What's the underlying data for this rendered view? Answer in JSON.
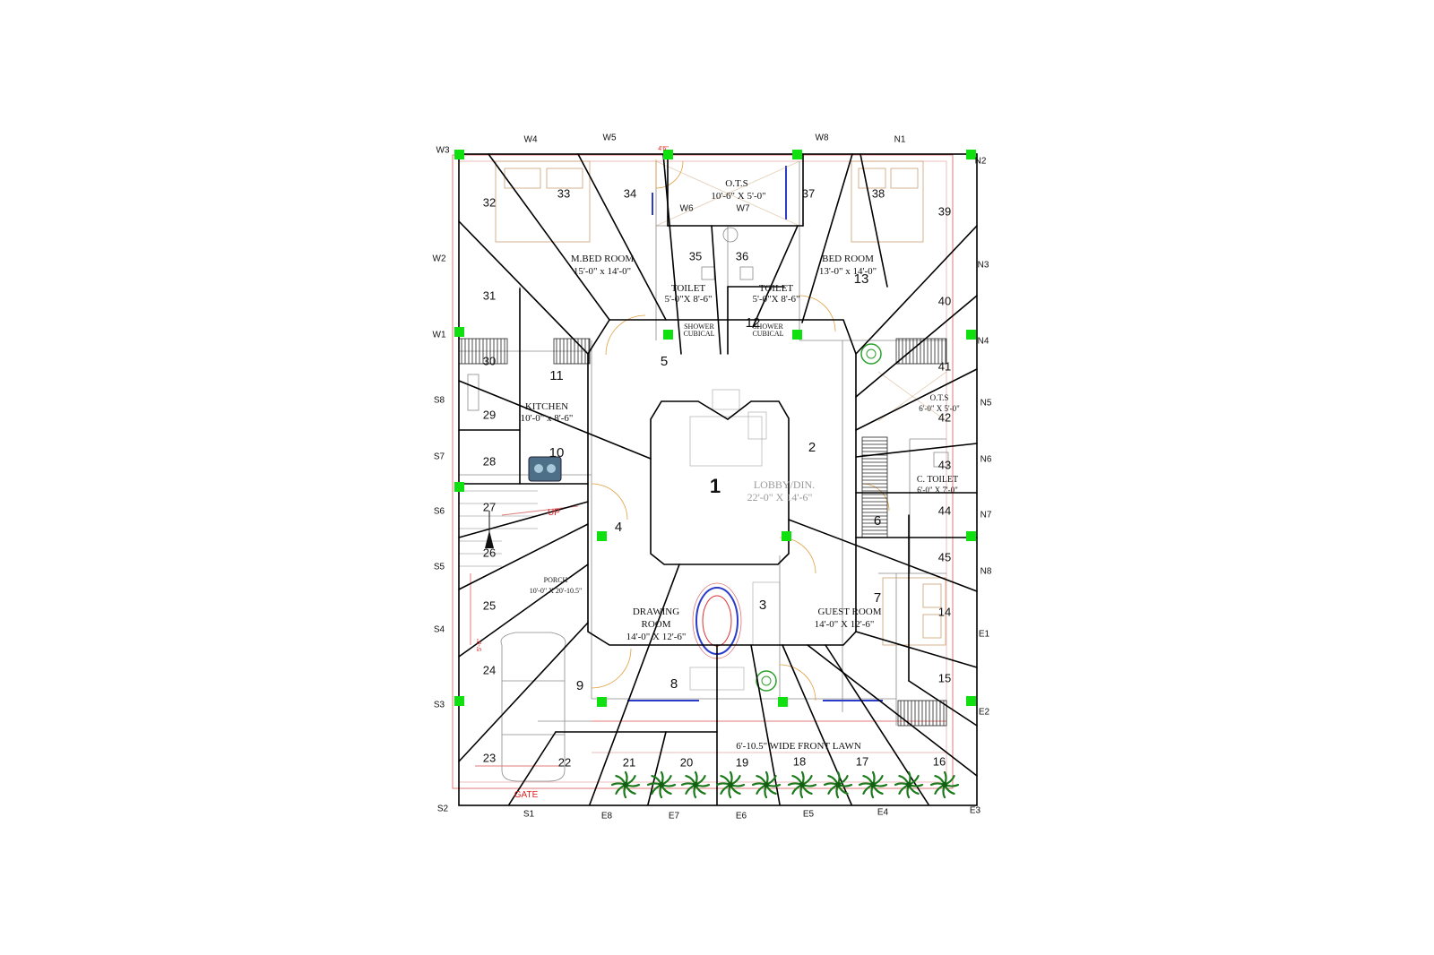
{
  "diagram": {
    "boundary_labels": {
      "west": [
        "W1",
        "W2",
        "W3",
        "W4",
        "W5",
        "W6",
        "W7",
        "W8"
      ],
      "north": [
        "N1",
        "N2",
        "N3",
        "N4",
        "N5",
        "N6",
        "N7",
        "N8"
      ],
      "east": [
        "E1",
        "E2",
        "E3",
        "E4",
        "E5",
        "E6",
        "E7",
        "E8"
      ],
      "south": [
        "S1",
        "S2",
        "S3",
        "S4",
        "S5",
        "S6",
        "S7",
        "S8"
      ]
    },
    "zones": [
      "1",
      "2",
      "3",
      "4",
      "5",
      "6",
      "7",
      "8",
      "9",
      "10",
      "11",
      "12",
      "13",
      "14",
      "15",
      "16",
      "17",
      "18",
      "19",
      "20",
      "21",
      "22",
      "23",
      "24",
      "25",
      "26",
      "27",
      "28",
      "29",
      "30",
      "31",
      "32",
      "33",
      "34",
      "35",
      "36",
      "37",
      "38",
      "39",
      "40",
      "41",
      "42",
      "43",
      "44",
      "45"
    ],
    "rooms": {
      "ots_top": {
        "name": "O.T.S",
        "size": "10'-6\" X 5'-0\""
      },
      "mbed": {
        "name": "M.BED ROOM",
        "size": "15'-0\" x 14'-0\""
      },
      "bed": {
        "name": "BED ROOM",
        "size": "13'-0\" x 14'-0\""
      },
      "toilet1": {
        "name": "TOILET",
        "size": "5'-0\"X 8'-6\""
      },
      "toilet2": {
        "name": "TOILET",
        "size": "5'-0\"X 8'-6\""
      },
      "kitchen": {
        "name": "KITCHEN",
        "size": "10'-0\" x 8'-6\""
      },
      "ots_right": {
        "name": "O.T.S",
        "size": "6'-0\" X 5'-0\""
      },
      "ctoilet": {
        "name": "C. TOILET",
        "size": "6'-0\" X 7'-0\""
      },
      "lobby": {
        "name": "LOBBY/DIN.",
        "size": "22'-0\" X 14'-6\""
      },
      "porch": {
        "name": "PORCH",
        "size": "10'-0\" X 20'-10.5\""
      },
      "drawing": {
        "name": "DRAWING",
        "name2": "ROOM",
        "size": "14'-0\" X 12'-6\""
      },
      "guest": {
        "name": "GUEST ROOM",
        "size": "14'-0\" X 12'-6\""
      },
      "lawn": {
        "name": "6'-10.5\" WIDE FRONT LAWN"
      },
      "shower1": {
        "name": "SHOWER",
        "name2": "CUBICAL"
      },
      "shower2": {
        "name": "SHOWER",
        "name2": "CUBICAL"
      }
    },
    "annotations": {
      "up": "UP",
      "gate": "GATE",
      "dim_top": "4'6\"",
      "dim_side": "5'-0\""
    }
  }
}
